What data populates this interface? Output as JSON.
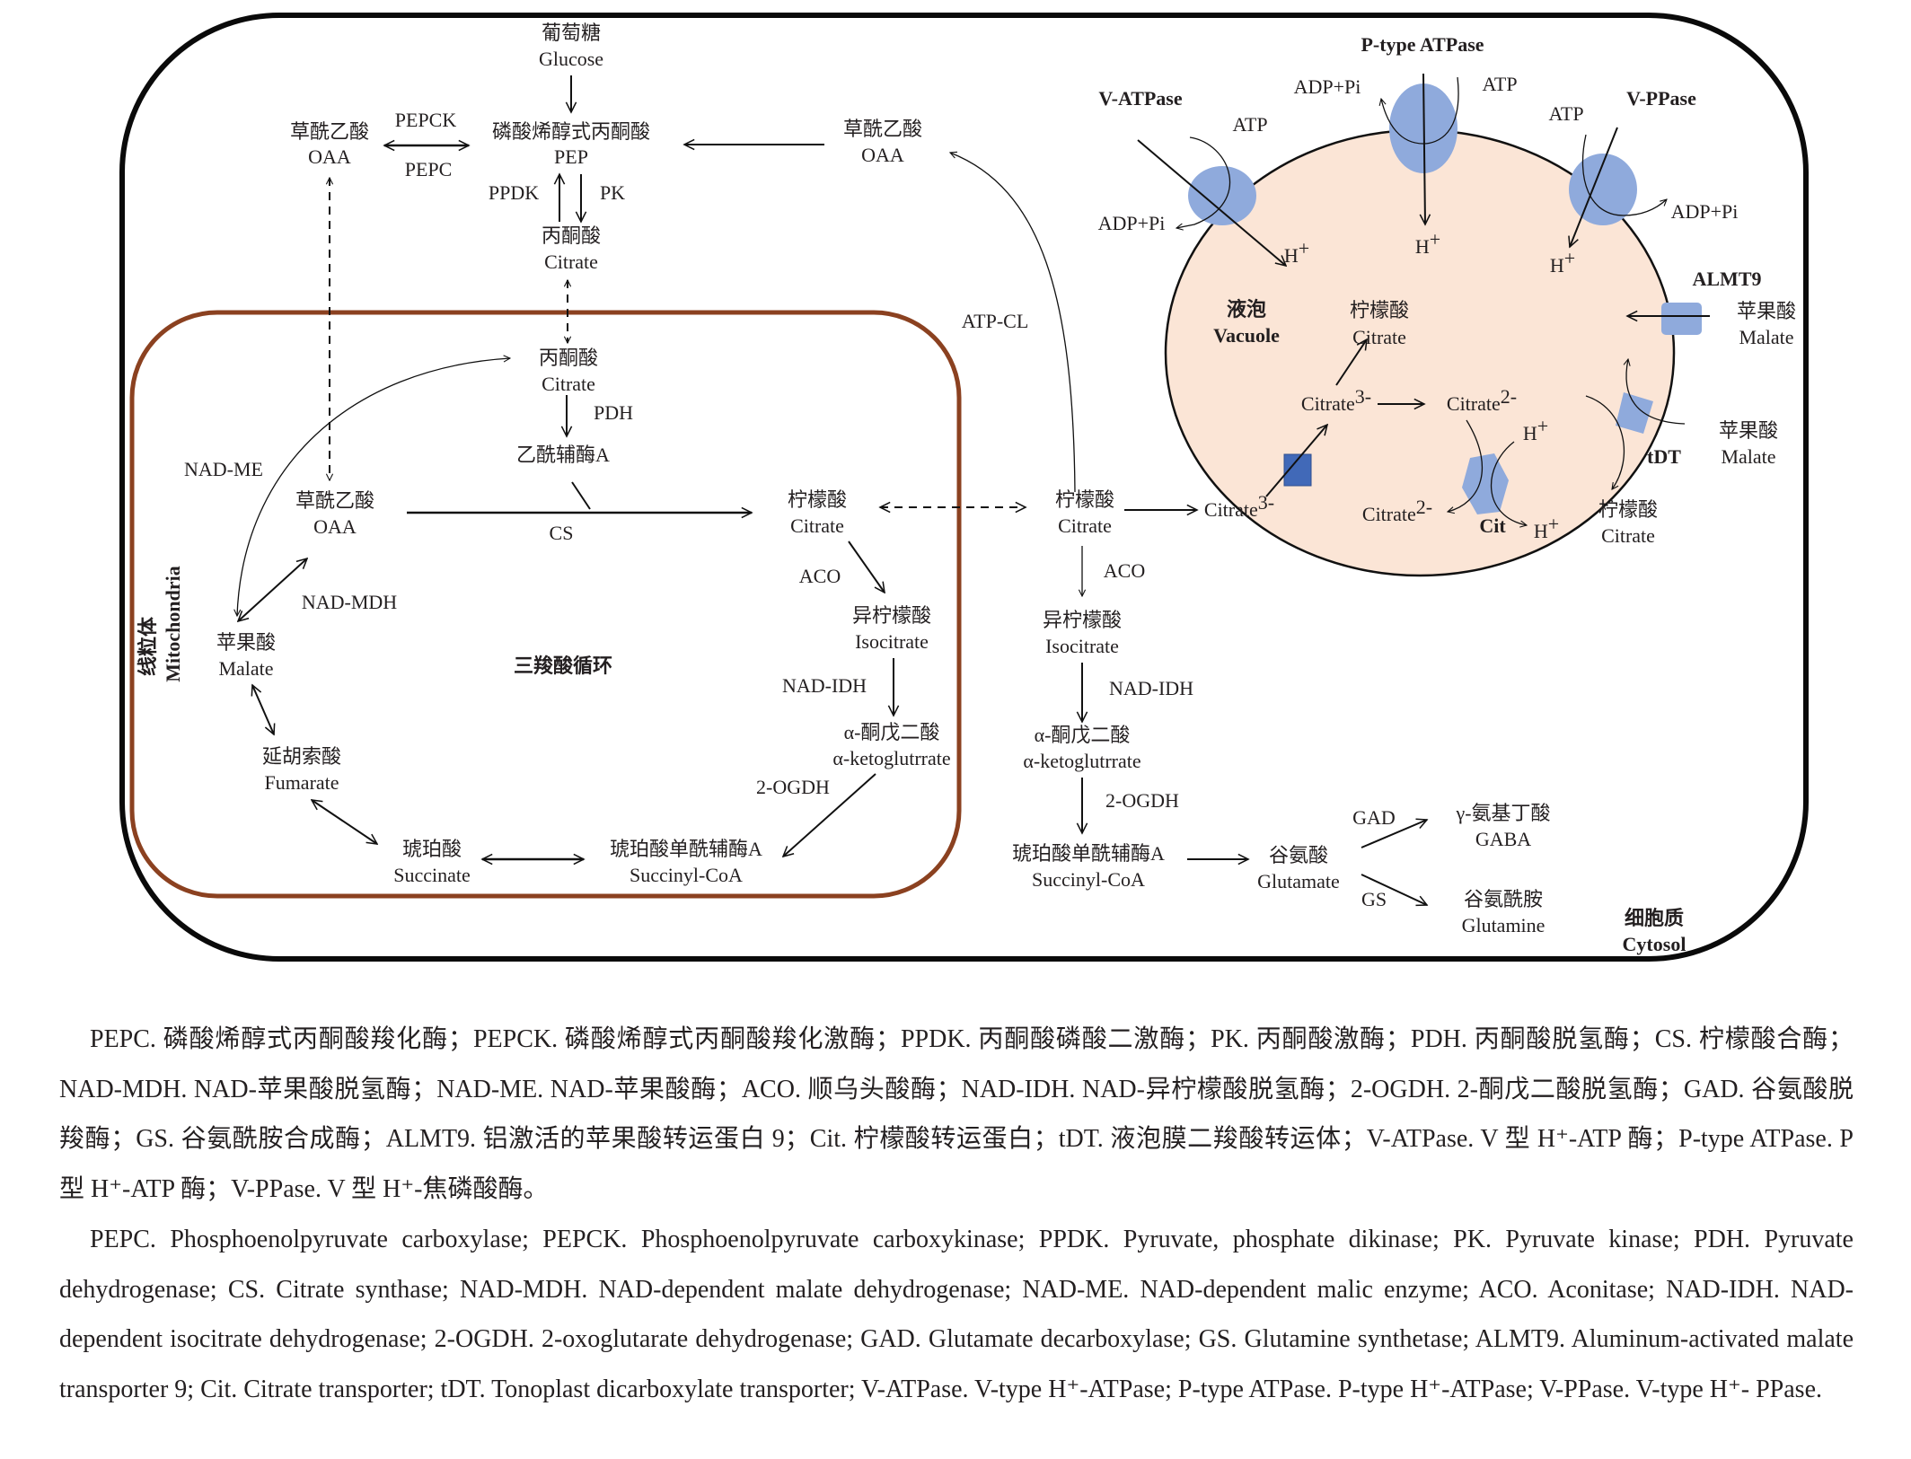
{
  "colors": {
    "cell_border": "#0a0a0a",
    "mitochondria_border": "#8b4120",
    "vacuole_fill": "#fbe5d6",
    "transporter_light": "#8faadc",
    "transporter_dark": "#4169b8"
  },
  "compartments": {
    "mitochondria_zh": "线粒体",
    "mitochondria_en": "Mitochondria",
    "tca_cycle": "三羧酸循环",
    "vacuole_zh": "液泡",
    "vacuole_en": "Vacuole",
    "cytosol_zh": "细胞质",
    "cytosol_en": "Cytosol"
  },
  "metabolites": {
    "glucose": {
      "zh": "葡萄糖",
      "en": "Glucose"
    },
    "oaa_left": {
      "zh": "草酰乙酸",
      "en": "OAA"
    },
    "pep": {
      "zh": "磷酸烯醇式丙酮酸",
      "en": "PEP"
    },
    "oaa_right": {
      "zh": "草酰乙酸",
      "en": "OAA"
    },
    "pyruvate_cyto": {
      "zh": "丙酮酸",
      "en": "Citrate"
    },
    "pyruvate_mito": {
      "zh": "丙酮酸",
      "en": "Citrate"
    },
    "acetyl_coa": {
      "zh": "乙酰辅酶A"
    },
    "oaa_mito": {
      "zh": "草酰乙酸",
      "en": "OAA"
    },
    "citrate_mito": {
      "zh": "柠檬酸",
      "en": "Citrate"
    },
    "isocitrate_mito": {
      "zh": "异柠檬酸",
      "en": "Isocitrate"
    },
    "akg_mito": {
      "zh": "α-酮戊二酸",
      "en": "α-ketoglutrrate"
    },
    "succinyl_coa_mito": {
      "zh": "琥珀酸单酰辅酶A",
      "en": "Succinyl-CoA"
    },
    "succinate": {
      "zh": "琥珀酸",
      "en": "Succinate"
    },
    "fumarate": {
      "zh": "延胡索酸",
      "en": "Fumarate"
    },
    "malate_mito": {
      "zh": "苹果酸",
      "en": "Malate"
    },
    "citrate_cyto": {
      "zh": "柠檬酸",
      "en": "Citrate"
    },
    "citrate3_cyto": {
      "base": "Citrate",
      "charge": "3-"
    },
    "isocitrate_cyto": {
      "zh": "异柠檬酸",
      "en": "Isocitrate"
    },
    "akg_cyto": {
      "zh": "α-酮戊二酸",
      "en": "α-ketoglutrrate"
    },
    "succinyl_coa_cyto": {
      "zh": "琥珀酸单酰辅酶A",
      "en": "Succinyl-CoA"
    },
    "glutamate": {
      "zh": "谷氨酸",
      "en": "Glutamate"
    },
    "gaba": {
      "zh": "γ-氨基丁酸",
      "en": "GABA"
    },
    "glutamine": {
      "zh": "谷氨酰胺",
      "en": "Glutamine"
    },
    "vac_citrate": {
      "zh": "柠檬酸",
      "en": "Citrate"
    },
    "vac_citrate3": {
      "base": "Citrate",
      "charge": "3-"
    },
    "vac_citrate2": {
      "base": "Citrate",
      "charge": "2-"
    },
    "out_citrate2": {
      "base": "Citrate",
      "charge": "2-"
    },
    "malate_almt": {
      "zh": "苹果酸",
      "en": "Malate"
    },
    "malate_tdt": {
      "zh": "苹果酸",
      "en": "Malate"
    },
    "citrate_tdt": {
      "zh": "柠檬酸",
      "en": "Citrate"
    }
  },
  "enzymes": {
    "pepck": "PEPCK",
    "pepc": "PEPC",
    "ppdk": "PPDK",
    "pk": "PK",
    "atp_cl": "ATP-CL",
    "pdh": "PDH",
    "cs": "CS",
    "nad_me": "NAD-ME",
    "nad_mdh": "NAD-MDH",
    "aco_mito": "ACO",
    "nad_idh_mito": "NAD-IDH",
    "ogdh_mito": "2-OGDH",
    "aco_cyto": "ACO",
    "nad_idh_cyto": "NAD-IDH",
    "ogdh_cyto": "2-OGDH",
    "gad": "GAD",
    "gs": "GS"
  },
  "pumps": {
    "v_atpase": {
      "label": "V-ATPase",
      "atp": "ATP",
      "adp": "ADP+Pi",
      "h": "H",
      "h_charge": "+"
    },
    "p_atpase": {
      "label": "P-type ATPase",
      "atp": "ATP",
      "adp": "ADP+Pi",
      "h": "H",
      "h_charge": "+"
    },
    "v_ppase": {
      "label": "V-PPase",
      "atp": "ATP",
      "adp": "ADP+Pi",
      "h": "H",
      "h_charge": "+"
    },
    "almt9": {
      "label": "ALMT9"
    },
    "cit": {
      "label": "Cit",
      "h_in": "H",
      "h_out": "H",
      "h_charge": "+"
    },
    "tdt": {
      "label": "tDT"
    }
  },
  "caption": {
    "zh": "PEPC. 磷酸烯醇式丙酮酸羧化酶；PEPCK. 磷酸烯醇式丙酮酸羧化激酶；PPDK. 丙酮酸磷酸二激酶；PK. 丙酮酸激酶；PDH. 丙酮酸脱氢酶；CS. 柠檬酸合酶；NAD-MDH. NAD-苹果酸脱氢酶；NAD-ME. NAD-苹果酸酶；ACO. 顺乌头酸酶；NAD-IDH. NAD-异柠檬酸脱氢酶；2-OGDH. 2-酮戊二酸脱氢酶；GAD. 谷氨酸脱羧酶；GS. 谷氨酰胺合成酶；ALMT9. 铝激活的苹果酸转运蛋白 9；Cit. 柠檬酸转运蛋白；tDT. 液泡膜二羧酸转运体；V-ATPase. V 型 H⁺-ATP 酶；P-type ATPase. P 型 H⁺-ATP 酶；V-PPase. V 型 H⁺-焦磷酸酶。",
    "en": "PEPC. Phosphoenolpyruvate carboxylase; PEPCK. Phosphoenolpyruvate carboxykinase; PPDK. Pyruvate, phosphate dikinase; PK. Pyruvate kinase; PDH. Pyruvate dehydrogenase; CS. Citrate synthase; NAD-MDH. NAD-dependent malate dehydrogenase; NAD-ME. NAD-dependent malic enzyme; ACO. Aconitase; NAD-IDH. NAD-dependent isocitrate dehydrogenase; 2-OGDH. 2-oxoglutarate dehydrogenase; GAD. Glutamate decarboxylase; GS. Glutamine synthetase; ALMT9. Aluminum-activated malate transporter 9; Cit. Citrate transporter; tDT. Tonoplast dicarboxylate transporter; V-ATPase. V-type H⁺-ATPase; P-type ATPase. P-type H⁺-ATPase; V-PPase. V-type H⁺- PPase."
  }
}
